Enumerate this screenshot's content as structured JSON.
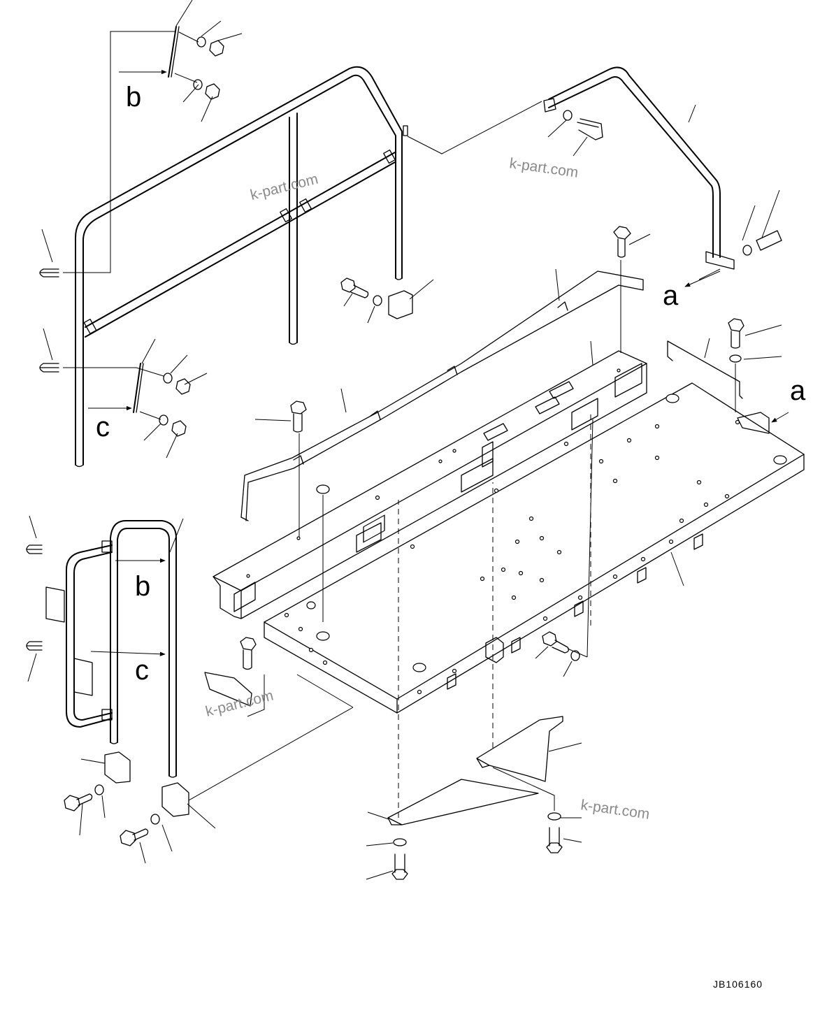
{
  "drawing": {
    "code": "JB106160",
    "watermark": "k-part.com",
    "callouts": {
      "a": "a",
      "b": "b",
      "c": "c"
    }
  }
}
